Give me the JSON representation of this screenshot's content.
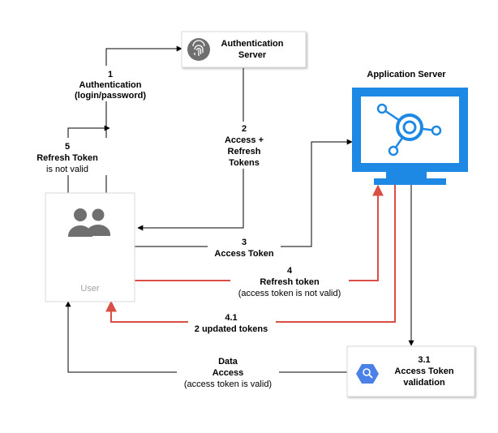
{
  "nodes": {
    "auth_server": {
      "line1": "Authentication",
      "line2": "Server"
    },
    "app_server": {
      "title": "Application Server"
    },
    "user": {
      "label": "User"
    },
    "validator": {
      "line1": "3.1",
      "line2": "Access Token",
      "line3": "validation"
    }
  },
  "edges": {
    "e1": {
      "num": "1",
      "line1": "Authentication",
      "line2": "(login/password)"
    },
    "e2": {
      "num": "2",
      "line1": "Access +",
      "line2": "Refresh",
      "line3": "Tokens"
    },
    "e3": {
      "num": "3",
      "line1": "Access Token"
    },
    "e4": {
      "num": "4",
      "line1": "Refresh token",
      "line2": "(access token is not valid)"
    },
    "e41": {
      "num": "4.1",
      "line1": "2 updated tokens"
    },
    "e5": {
      "num": "5",
      "line1": "Refresh Token",
      "line2": "is not valid"
    },
    "data_access": {
      "line1": "Data",
      "line2": "Access",
      "line3": "(access token is valid)"
    }
  },
  "colors": {
    "line": "#000000",
    "refresh_line": "#d94f45",
    "app_server_blue": "#1e88e5",
    "icon_grey": "#6f6f6f",
    "validator_blue": "#4a80e8"
  },
  "icons": {
    "auth": "fingerprint-icon",
    "app": "network-hub-icon",
    "user": "users-icon",
    "validator": "search-badge-icon"
  }
}
